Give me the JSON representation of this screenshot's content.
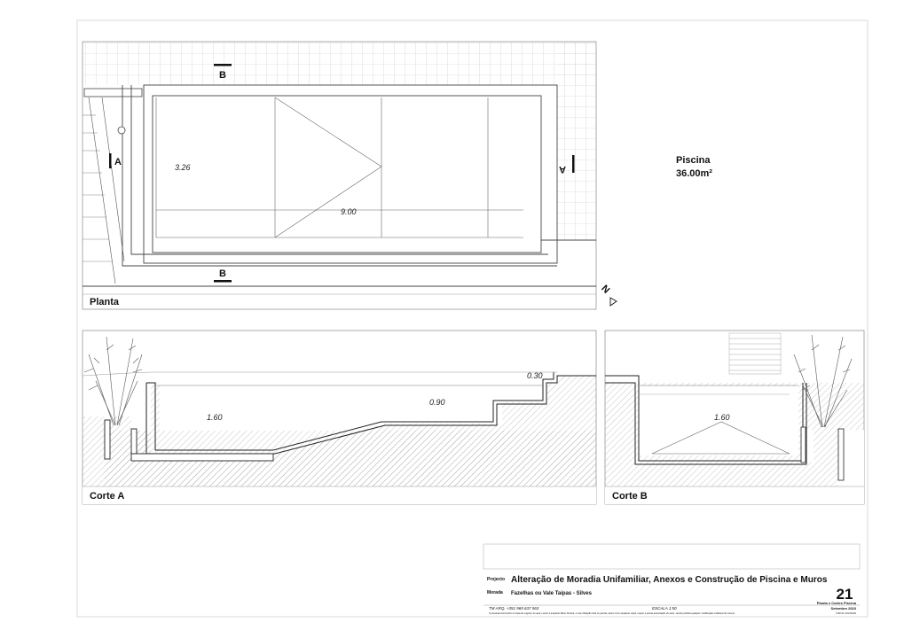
{
  "plan": {
    "label": "Planta",
    "section_a": "A",
    "section_b": "B",
    "dim_width": "3.26",
    "dim_length": "9.00",
    "north": "N"
  },
  "pool_info": {
    "name": "Piscina",
    "area": "36.00m²"
  },
  "corte_a": {
    "label": "Corte A",
    "dim_deep": "1.60",
    "dim_mid": "0.90",
    "dim_step": "0.30"
  },
  "corte_b": {
    "label": "Corte B",
    "dim_deep": "1.60"
  },
  "title_block": {
    "projecto_label": "Projecto",
    "projecto_value": "Alteração de Moradia Unifamiliar, Anexos e Construção de Piscina e Muros",
    "morada_label": "Morada",
    "morada_value": "Fazelhas ou Vale Taipas - Silves",
    "sheet_number": "21",
    "sheet_title": "Planta e Cortes Piscina",
    "date": "Setembro 2023",
    "arch": "TM ARQ. +351 965 637 563",
    "scale": "ESCALA  1:50",
    "code": "CAD E 1C2\\1120",
    "note": "O presente documento é cópia do original, do qual o autor é arquiteto Mario Pereira, a sua utilização total ou parcial, assim como qualquer cópia, requer a prévia autorização do autor, sendo proibida qualquer modificação unilateral do mesmo."
  },
  "colors": {
    "line": "#333333",
    "grid": "#c8c8c8",
    "hatch": "#9a9a9a"
  }
}
